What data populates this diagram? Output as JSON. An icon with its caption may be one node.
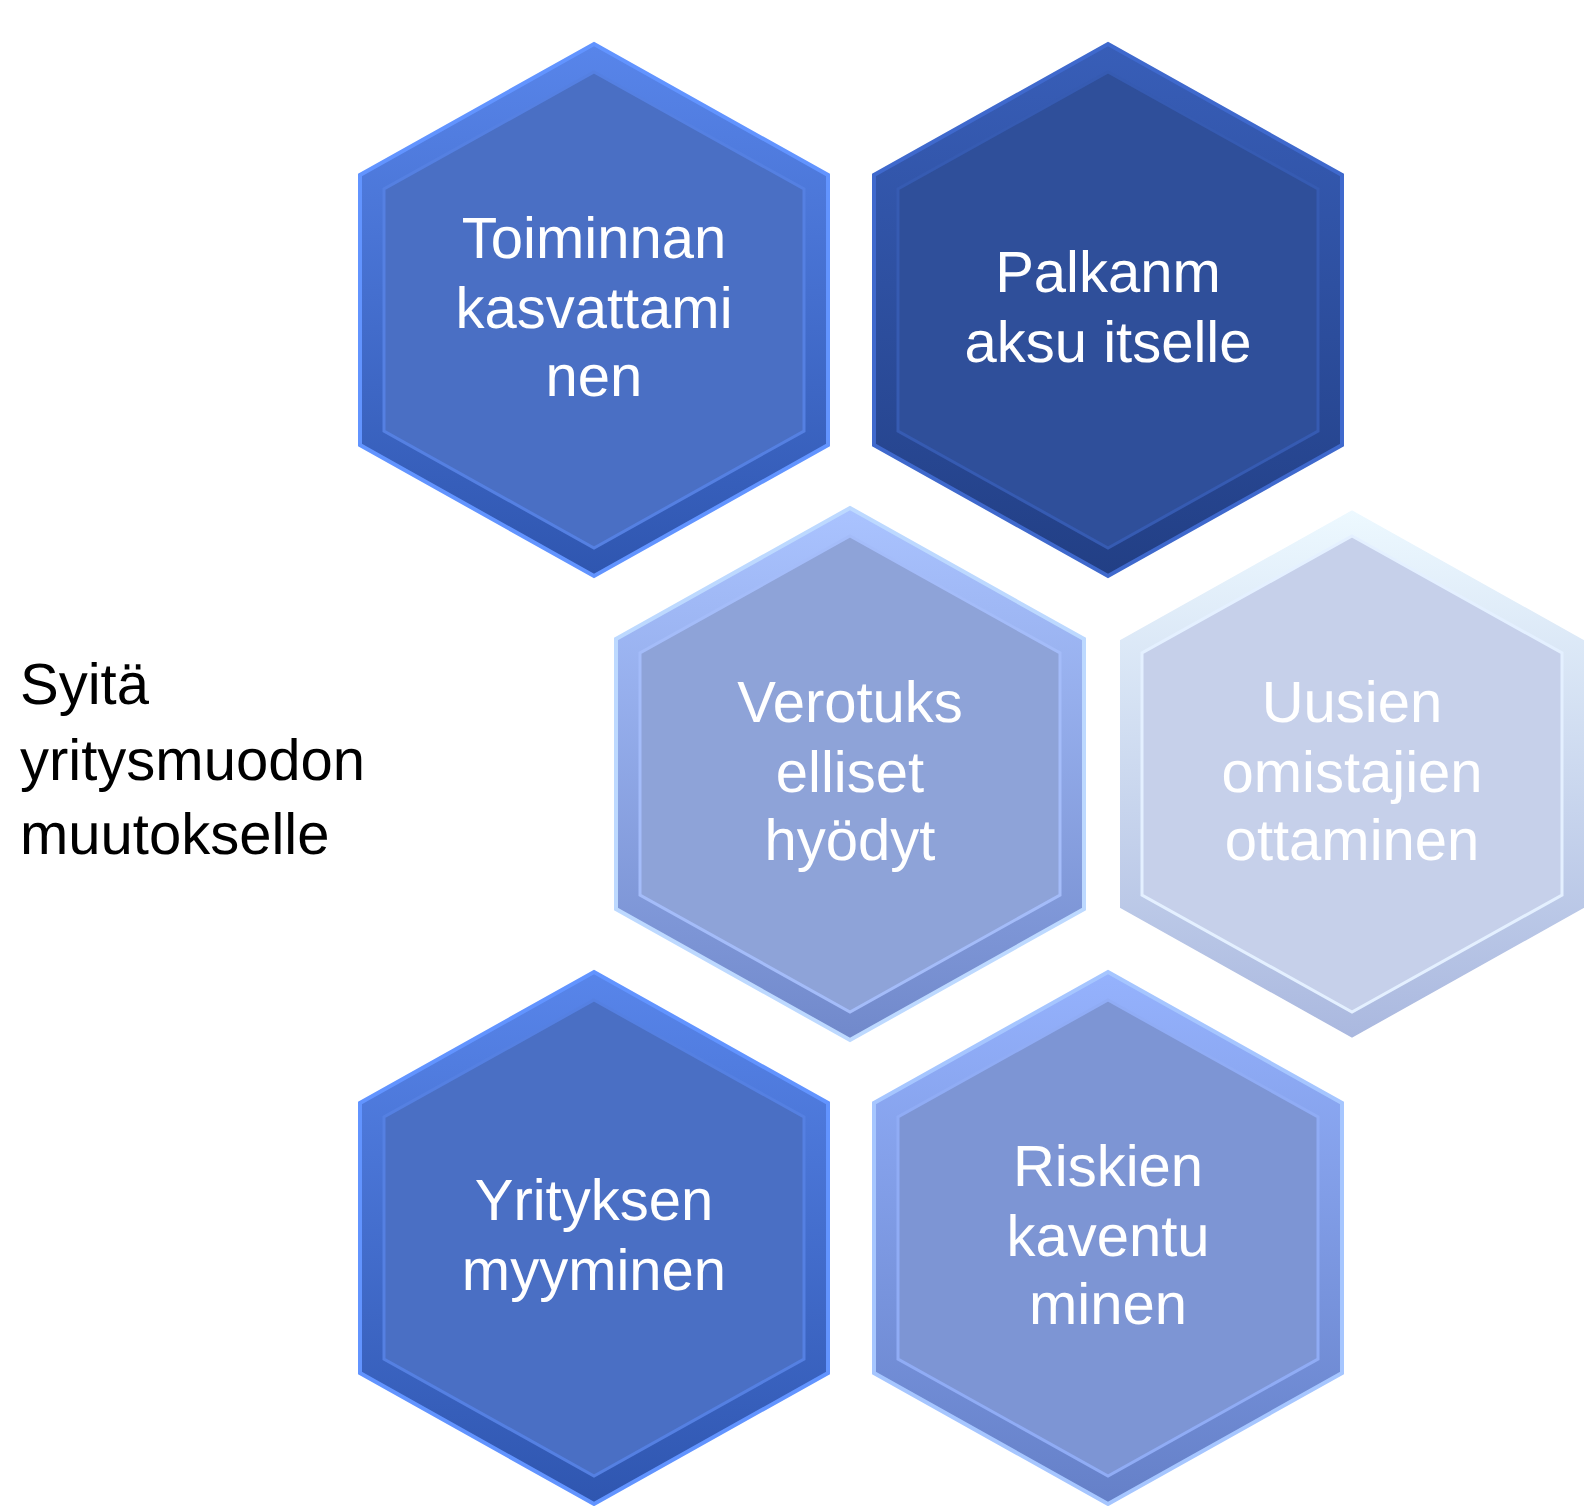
{
  "diagram": {
    "nodes": [
      {
        "text": [
          "Toiminnan kasvattami nen"
        ]
      },
      {
        "text": [
          "Palkanm aksu itselle"
        ]
      },
      {
        "text": [
          "Verotuks elliset hyödyt"
        ]
      },
      {
        "text": [
          "Uusien omistajien ottaminen"
        ]
      },
      {
        "text": [
          "Yrityksen myyminen"
        ]
      },
      {
        "text": [
          "Riskien kaventu minen"
        ]
      }
    ],
    "labels": [
      "Syitä yritysmuodon muutokselle"
    ]
  }
}
